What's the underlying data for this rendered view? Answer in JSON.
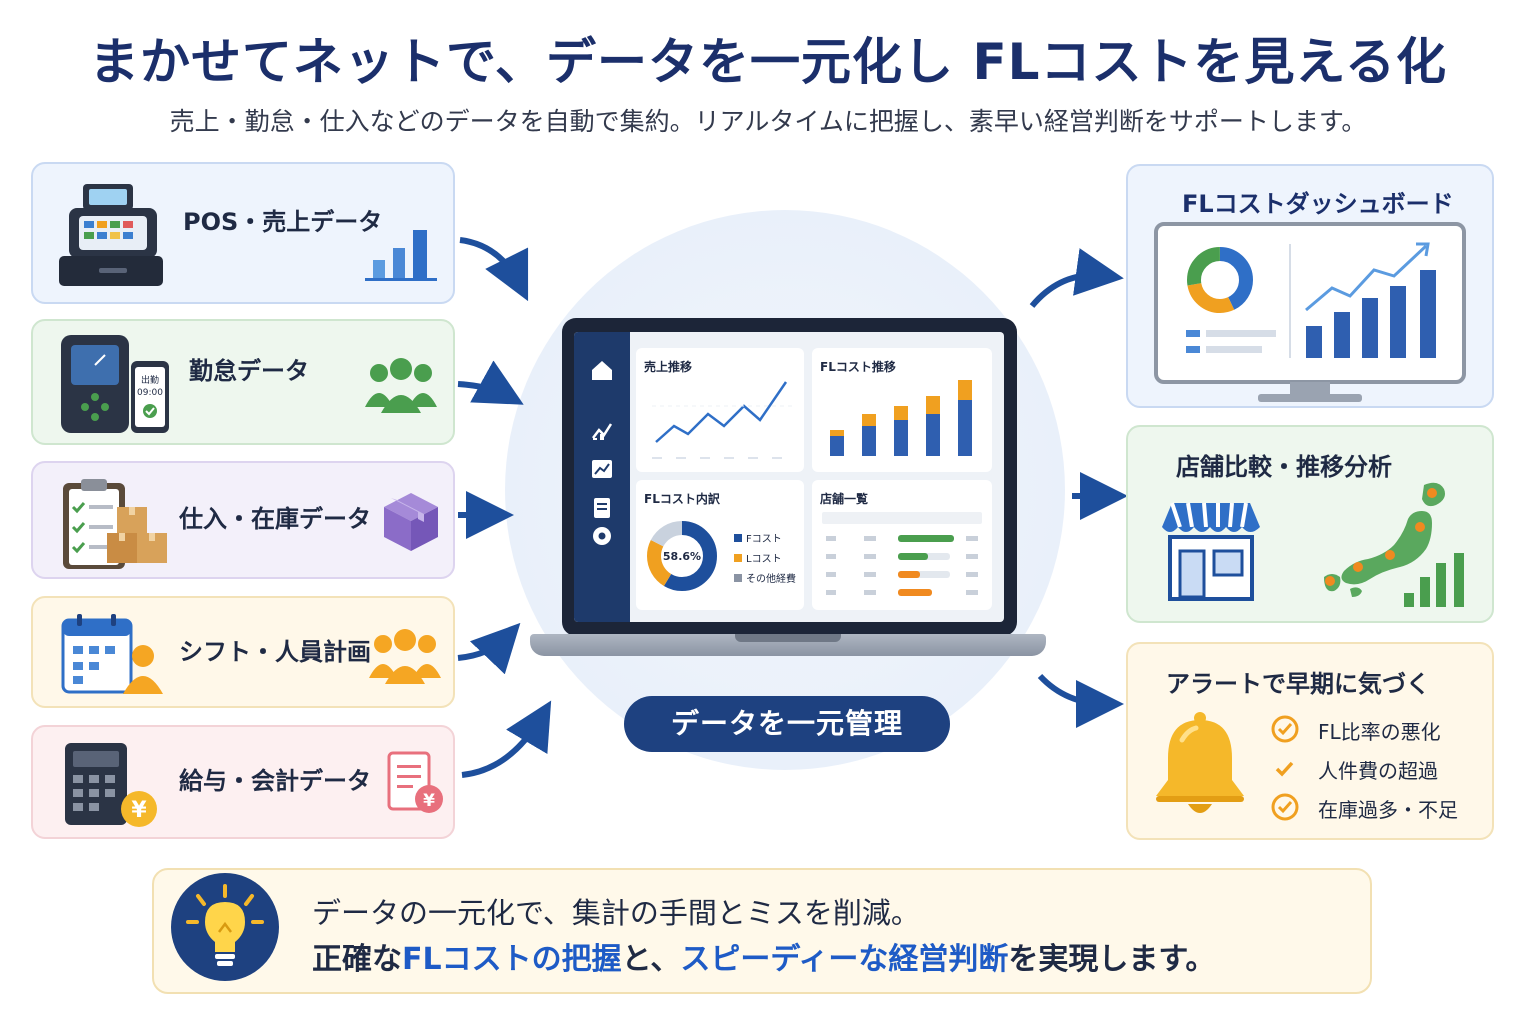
{
  "header": {
    "title": "まかせてネットで、データを一元化し FLコストを見える化",
    "subtitle": "売上・勤怠・仕入などのデータを自動で集約。リアルタイムに把握し、素早い経営判断をサポートします。"
  },
  "sources": [
    {
      "label": "POS・売上データ",
      "icon": "pos-register-icon"
    },
    {
      "label": "勤怠データ",
      "icon": "timeclock-icon",
      "badge_time": "09:00",
      "badge_text": "出勤"
    },
    {
      "label": "仕入・在庫データ",
      "icon": "clipboard-boxes-icon"
    },
    {
      "label": "シフト・人員計画",
      "icon": "calendar-person-icon"
    },
    {
      "label": "給与・会計データ",
      "icon": "calculator-yen-icon"
    }
  ],
  "center": {
    "panels": {
      "sales_trend": "売上推移",
      "fl_trend": "FLコスト推移",
      "fl_breakdown": "FLコスト内訳",
      "store_list": "店舗一覧"
    },
    "donut_percent": "58.6%",
    "legend": [
      "Fコスト",
      "Lコスト",
      "その他経費"
    ],
    "pill": "データを一元管理"
  },
  "outputs": {
    "dashboard": "FLコストダッシュボード",
    "compare": "店舗比較・推移分析",
    "alert": {
      "title": "アラートで早期に気づく",
      "items": [
        "FL比率の悪化",
        "人件費の超過",
        "在庫過多・不足"
      ]
    }
  },
  "footer": {
    "line1": "データの一元化で、集計の手間とミスを削減。",
    "line2_pre": "正確な",
    "line2_hl1": "FLコストの把握",
    "line2_mid": "と、",
    "line2_hl2": "スピーディーな経営判断",
    "line2_post": "を実現します。"
  },
  "colors": {
    "navy": "#1e4180",
    "blue": "#2f6fc7",
    "orange": "#f0a020",
    "green": "#4a9e4e",
    "purple": "#8b6cc8",
    "gold": "#f5b82a"
  }
}
